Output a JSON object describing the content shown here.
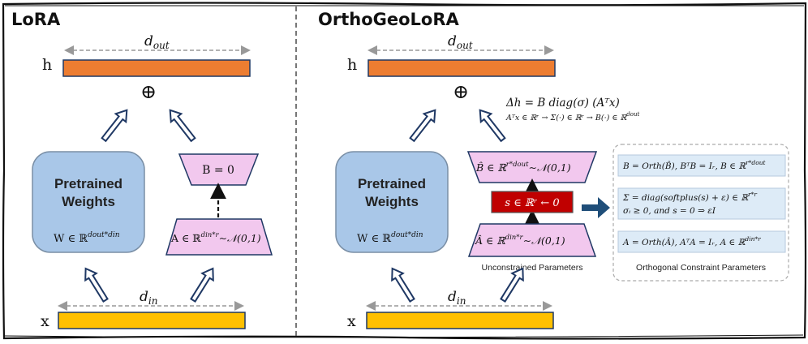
{
  "left": {
    "title": "LoRA",
    "h_label": "h",
    "x_label": "x",
    "d_out": "d",
    "d_out_sub": "out",
    "d_in": "d",
    "d_in_sub": "in",
    "oplus": "⊕",
    "pretrained_line1": "Pretrained",
    "pretrained_line2": "Weights",
    "w_text": "W ∈ ℝ",
    "w_sup": "dout*din",
    "b_text": "B = 0",
    "a_text": "A ∈ ℝ",
    "a_sup": "din*r",
    "a_dist": "∼𝒩(0,1)"
  },
  "right": {
    "title": "OrthoGeoLoRA",
    "h_label": "h",
    "x_label": "x",
    "d_out": "d",
    "d_out_sub": "out",
    "d_in": "d",
    "d_in_sub": "in",
    "oplus": "⊕",
    "pretrained_line1": "Pretrained",
    "pretrained_line2": "Weights",
    "w_text": "W ∈ ℝ",
    "w_sup": "dout*din",
    "delta_h": "Δh = B diag(σ) (Aᵀx)",
    "flow_text": "Aᵀx ∈ ℝʳ → Σ(·) ∈ ℝʳ → B(·) ∈ ℝ",
    "flow_sup": "dout",
    "bhat_text": "B̂ ∈ ℝ",
    "bhat_sup": "r*dout",
    "bhat_dist": "∼𝒩(0,1)",
    "s_text": "s ∈ ℝʳ ← 0",
    "ahat_text": "Â ∈ ℝ",
    "ahat_sup": "din*r",
    "ahat_dist": "∼𝒩(0,1)",
    "unconstrained_label": "Unconstrained Parameters",
    "constraint_title": "Orthogonal Constraint Parameters",
    "constraint_b": "B = Orth(B̂), BᵀB = Iᵣ, B ∈ ℝ",
    "constraint_b_sup": "r*dout",
    "constraint_sigma_1": "Σ = diag(softplus(s) + ε) ∈ ℝ",
    "constraint_sigma_sup": "r*r",
    "constraint_sigma_2": "σᵢ ≥ 0, and s = 0 ⇒ εI",
    "constraint_a": "A = Orth(Â), AᵀA = Iᵣ, A ∈ ℝ",
    "constraint_a_sup": "din*r"
  },
  "colors": {
    "output_bar": "#ED7D31",
    "input_bar": "#FFC000",
    "weights": "#A9C7E8",
    "lora_param": "#F2C8EE",
    "s_box": "#C00000",
    "constraint_bg": "#DDEBF7",
    "big_arrow": "#1F4E79"
  }
}
